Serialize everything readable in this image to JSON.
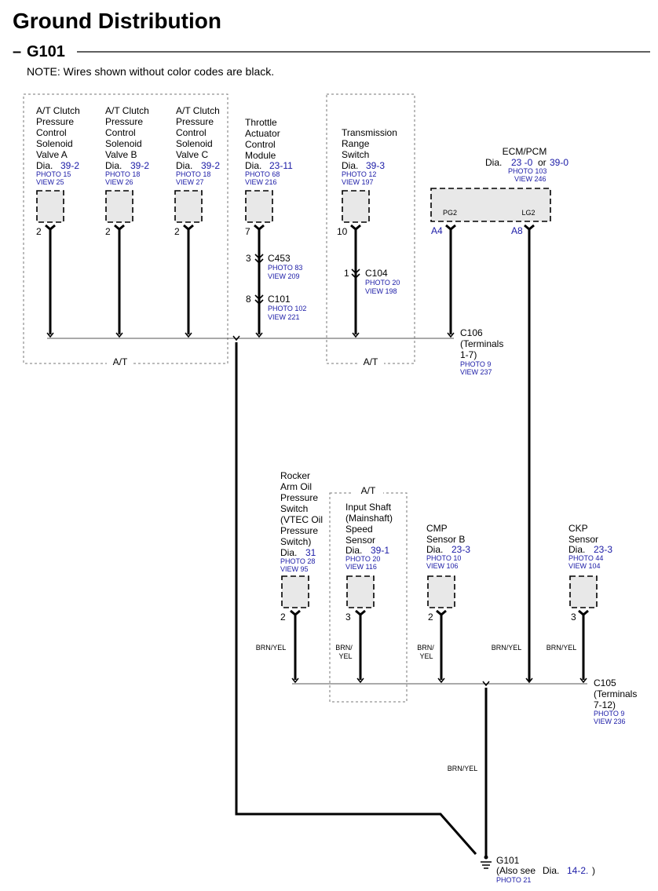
{
  "title": "Ground Distribution",
  "section": "G101",
  "note": "NOTE: Wires shown without color codes are black.",
  "group_labels": {
    "at_left": "A/T",
    "at_right": "A/T",
    "at_middle": "A/T"
  },
  "components": {
    "valve_a": {
      "lines": [
        "A/T Clutch",
        "Pressure",
        "Control",
        "Solenoid",
        "Valve A"
      ],
      "dia_label": "Dia.",
      "dia": "39-2",
      "photo": "PHOTO 15",
      "view": "VIEW 25",
      "pin": "2"
    },
    "valve_b": {
      "lines": [
        "A/T Clutch",
        "Pressure",
        "Control",
        "Solenoid",
        "Valve B"
      ],
      "dia_label": "Dia.",
      "dia": "39-2",
      "photo": "PHOTO 18",
      "view": "VIEW 26",
      "pin": "2"
    },
    "valve_c": {
      "lines": [
        "A/T Clutch",
        "Pressure",
        "Control",
        "Solenoid",
        "Valve C"
      ],
      "dia_label": "Dia.",
      "dia": "39-2",
      "photo": "PHOTO 18",
      "view": "VIEW 27",
      "pin": "2"
    },
    "throttle": {
      "lines": [
        "Throttle",
        "Actuator",
        "Control",
        "Module"
      ],
      "dia_label": "Dia.",
      "dia": "23-11",
      "photo": "PHOTO 68",
      "view": "VIEW 216",
      "pin": "7"
    },
    "trs": {
      "lines": [
        "Transmission",
        "Range",
        "Switch"
      ],
      "dia_label": "Dia.",
      "dia": "39-3",
      "photo": "PHOTO 12",
      "view": "VIEW 197",
      "pin": "10"
    },
    "ecm": {
      "name": "ECM/PCM",
      "dia_label": "Dia.",
      "dia1": "23 -0",
      "or": "or",
      "dia2": "39-0",
      "photo": "PHOTO 103",
      "view": "VIEW 246",
      "pin_pg2": "PG2",
      "pin_lg2": "LG2",
      "term_a4": "A4",
      "term_a8": "A8"
    },
    "rocker": {
      "lines": [
        "Rocker",
        "Arm Oil",
        "Pressure",
        "Switch",
        "(VTEC Oil",
        "Pressure",
        "Switch)"
      ],
      "dia_label": "Dia.",
      "dia": "31",
      "photo": "PHOTO 28",
      "view": "VIEW 95",
      "pin": "2",
      "wire": "BRN/YEL"
    },
    "input_shaft": {
      "lines": [
        "Input Shaft",
        "(Mainshaft)",
        "Speed",
        "Sensor"
      ],
      "dia_label": "Dia.",
      "dia": "39-1",
      "photo": "PHOTO 20",
      "view": "VIEW 116",
      "pin": "3",
      "wire1": "BRN/",
      "wire2": "YEL"
    },
    "cmp": {
      "lines": [
        "CMP",
        "Sensor B"
      ],
      "dia_label": "Dia.",
      "dia": "23-3",
      "photo": "PHOTO 10",
      "view": "VIEW 106",
      "pin": "2",
      "wire1": "BRN/",
      "wire2": "YEL"
    },
    "ckp": {
      "lines": [
        "CKP",
        "Sensor"
      ],
      "dia_label": "Dia.",
      "dia": "23-3",
      "photo": "PHOTO 44",
      "view": "VIEW 104",
      "pin": "3",
      "wire": "BRN/YEL"
    }
  },
  "connectors": {
    "c453": {
      "name": "C453",
      "pin": "3",
      "photo": "PHOTO 83",
      "view": "VIEW 209"
    },
    "c101": {
      "name": "C101",
      "pin": "8",
      "photo": "PHOTO 102",
      "view": "VIEW 221"
    },
    "c104": {
      "name": "C104",
      "pin": "1",
      "photo": "PHOTO 20",
      "view": "VIEW 198"
    },
    "c106": {
      "lines": [
        "C106",
        "(Terminals",
        "1-7)"
      ],
      "photo": "PHOTO 9",
      "view": "VIEW 237"
    },
    "c105": {
      "lines": [
        "C105",
        "(Terminals",
        "7-12)"
      ],
      "photo": "PHOTO 9",
      "view": "VIEW 236"
    }
  },
  "ecm_wire": "BRN/YEL",
  "ground_wire": "BRN/YEL",
  "ground": {
    "name": "G101",
    "also_see": "(Also see",
    "dia_label": "Dia.",
    "dia": "14-2.",
    "close": ")",
    "photo": "PHOTO 21"
  }
}
